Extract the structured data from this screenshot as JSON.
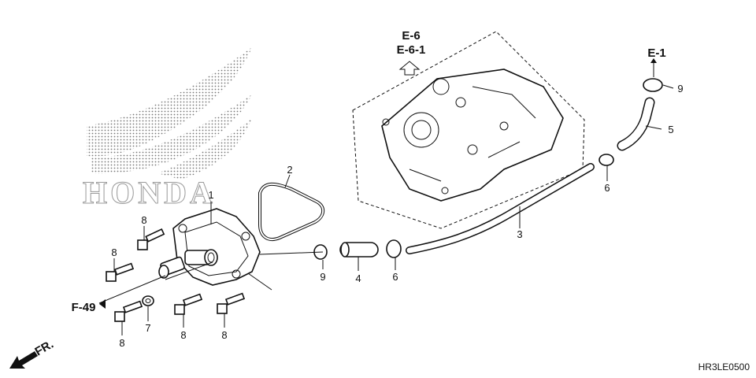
{
  "watermark": {
    "text": "HONDA"
  },
  "references": {
    "upper_primary": "E-6",
    "upper_secondary": "E-6-1",
    "right": "E-1",
    "left": "F-49",
    "front": "FR."
  },
  "callouts": {
    "c1": "1",
    "c2": "2",
    "c3": "3",
    "c4": "4",
    "c5": "5",
    "c6a": "6",
    "c6b": "6",
    "c7": "7",
    "c8a": "8",
    "c8b": "8",
    "c8c": "8",
    "c8d": "8",
    "c8e": "8",
    "c9a": "9",
    "c9b": "9"
  },
  "diagram_code": "HR3LE0500"
}
